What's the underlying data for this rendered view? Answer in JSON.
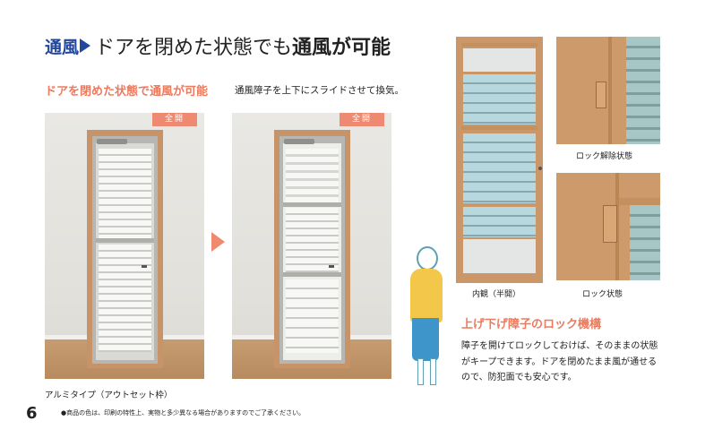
{
  "header": {
    "tag": "通風",
    "title_plain": "ドアを閉めた状態でも",
    "title_bold": "通風が可能"
  },
  "subhead": {
    "title": "ドアを閉めた状態で通風が可能",
    "description": "通風障子を上下にスライドさせて換気。"
  },
  "scenes": [
    {
      "badge": "全開"
    },
    {
      "badge": "全開"
    }
  ],
  "caption": "アルミタイプ（アウトセット枠）",
  "page_number": "6",
  "footnote": "●商品の色は、印刷の特性上、実物と多少異なる場合がありますのでご了承ください。",
  "photos": {
    "inner_view": "内観（半開）",
    "unlocked": "ロック解除状態",
    "locked": "ロック状態"
  },
  "mechanism": {
    "title": "上げ下げ障子のロック機構",
    "lines": [
      "障子を開けてロックしておけば、そのままの状態",
      "がキープできます。ドアを閉めたまま風が通せる",
      "ので、防犯面でも安心です。"
    ]
  },
  "colors": {
    "brand_blue": "#23479b",
    "accent_salmon": "#ec7a5e",
    "badge_salmon": "#ee8a72"
  }
}
